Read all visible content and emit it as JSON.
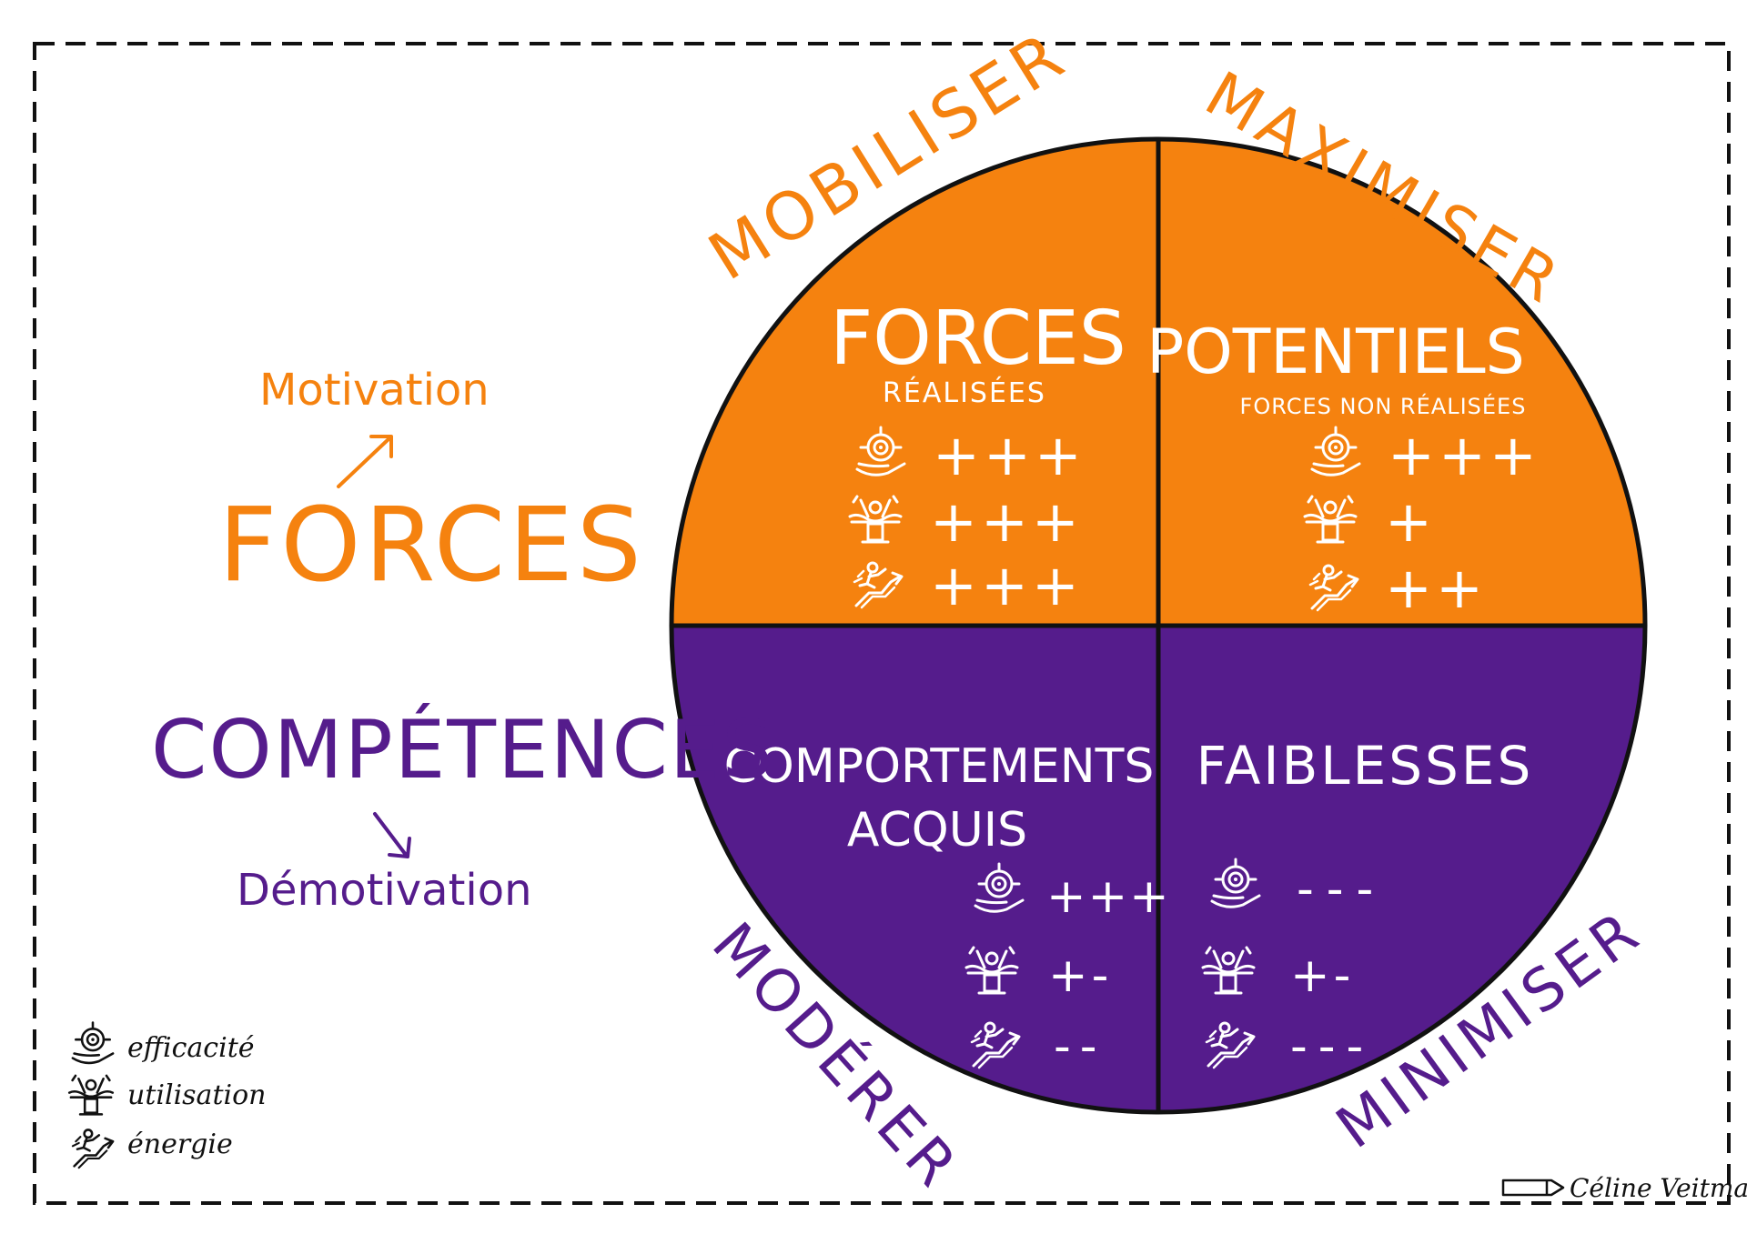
{
  "colors": {
    "orange": "#F5820F",
    "purple": "#551C8C",
    "ink": "#111111",
    "white": "#FFFFFF"
  },
  "left": {
    "motivation": "Motivation",
    "forces": "FORCES",
    "competences": "COMPÉTENCES",
    "demotivation": "Démotivation"
  },
  "actions": {
    "mobiliser": "MOBILISER",
    "maximiser": "MAXIMISER",
    "moderer": "MODÉRER",
    "minimiser": "MINIMISER"
  },
  "quadrants": {
    "forces": {
      "title": "FORCES",
      "subtitle": "RÉALISÉES",
      "ratings": [
        "+++",
        "+++",
        "+++"
      ]
    },
    "potentiels": {
      "title": "POTENTIELS",
      "subtitle": "FORCES NON RÉALISÉES",
      "ratings": [
        "+++",
        "+",
        "++"
      ]
    },
    "comportements": {
      "title": "COMPORTEMENTS",
      "subtitle": "ACQUIS",
      "ratings": [
        "+++",
        "+-",
        "--"
      ]
    },
    "faiblesses": {
      "title": "FAIBLESSES",
      "subtitle": "",
      "ratings": [
        "---",
        "+-",
        "---"
      ]
    }
  },
  "legend": {
    "efficacite": "efficacité",
    "utilisation": "utilisation",
    "energie": "énergie"
  },
  "icons": {
    "efficacite": "target-hand-icon",
    "utilisation": "person-on-pedestal-icon",
    "energie": "running-person-stairs-icon"
  },
  "signature": "Céline Veitmann"
}
